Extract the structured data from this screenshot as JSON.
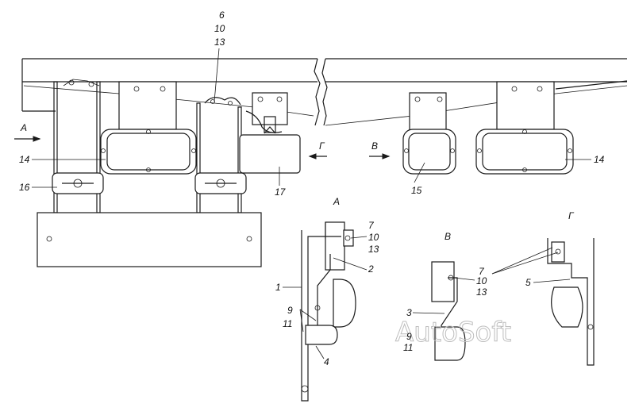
{
  "callouts": {
    "c6": "6",
    "c10a": "10",
    "c13a": "13",
    "c14_left": "14",
    "c14_right": "14",
    "c16": "16",
    "c17": "17",
    "c15": "15",
    "c7a": "7",
    "c10b": "10",
    "c13b": "13",
    "c2": "2",
    "c1": "1",
    "c9a": "9",
    "c11a": "11",
    "c4": "4",
    "c7b": "7",
    "c10c": "10",
    "c13c": "13",
    "c3": "3",
    "c9b": "9",
    "c11b": "11",
    "c5": "5"
  },
  "views": {
    "arrow_a": "A",
    "arrow_g": "Г",
    "arrow_v": "В",
    "detail_a": "А",
    "detail_v": "В",
    "detail_g": "Г"
  },
  "watermark": "AutoSoft"
}
